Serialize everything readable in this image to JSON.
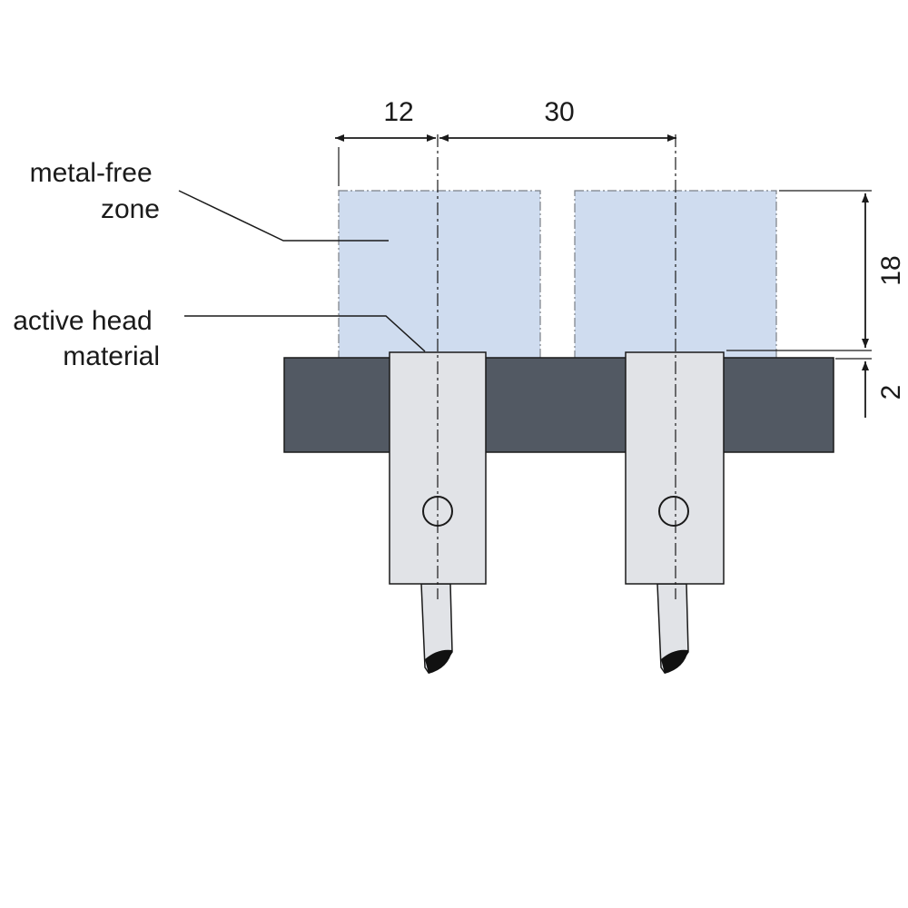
{
  "labels": {
    "metal_free_line1": "metal-free",
    "metal_free_line2": "zone",
    "active_head_line1": "active head",
    "active_head_line2": "material"
  },
  "dimensions": {
    "width_left": "12",
    "spacing": "30",
    "height": "18",
    "offset": "2"
  },
  "colors": {
    "metal_free_zone": "#cfdcef",
    "mounting_plate": "#525963",
    "sensor_body": "#e1e3e7",
    "outline": "#1a1a1a"
  }
}
